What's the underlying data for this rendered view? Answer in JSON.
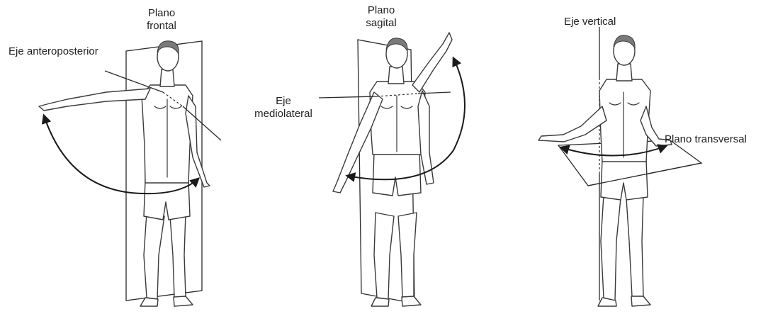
{
  "panels": [
    {
      "plane_label_line1": "Plano",
      "plane_label_line2": "frontal",
      "axis_label": "Eje anteroposterior"
    },
    {
      "plane_label_line1": "Plano",
      "plane_label_line2": "sagital",
      "axis_label_line1": "Eje",
      "axis_label_line2": "mediolateral"
    },
    {
      "axis_label": "Eje vertical",
      "plane_label": "Plano transversal"
    }
  ],
  "colors": {
    "line": "#3a3a3a",
    "background": "#ffffff",
    "hair": "#7a7a7a"
  }
}
